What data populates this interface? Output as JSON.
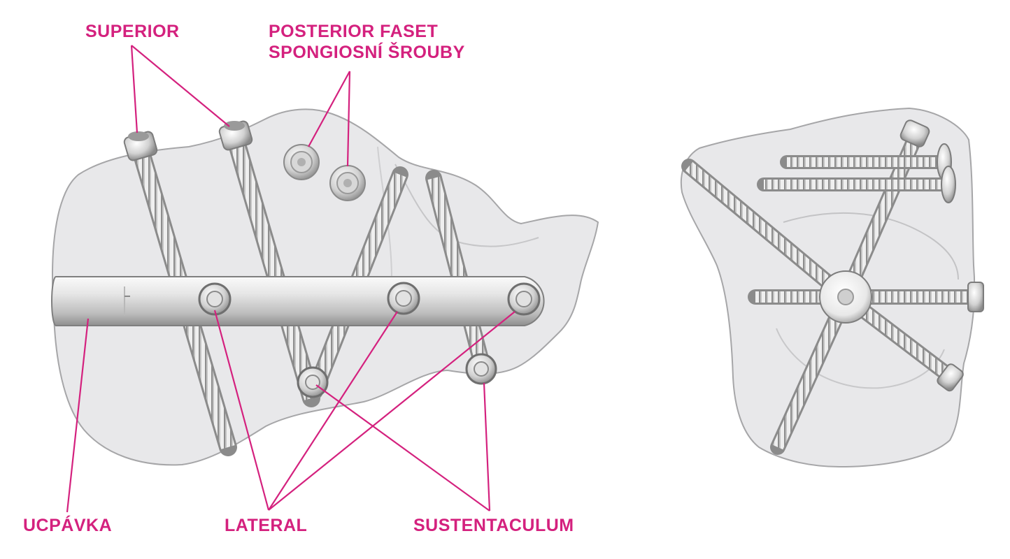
{
  "colors": {
    "label": "#d4217e",
    "bone_fill": "#e9e9ea",
    "bone_outline": "#a8a8aa",
    "metal_light": "#efefef",
    "metal_dark": "#8f8f8f"
  },
  "labels": {
    "superior": "SUPERIOR",
    "posterior_line1": "POSTERIOR FASET",
    "posterior_line2": "SPONGIOSNÍ ŠROUBY",
    "ucpavka": "UCPÁVKA",
    "lateral": "LATERAL",
    "sustentaculum": "SUSTENTACULUM"
  }
}
